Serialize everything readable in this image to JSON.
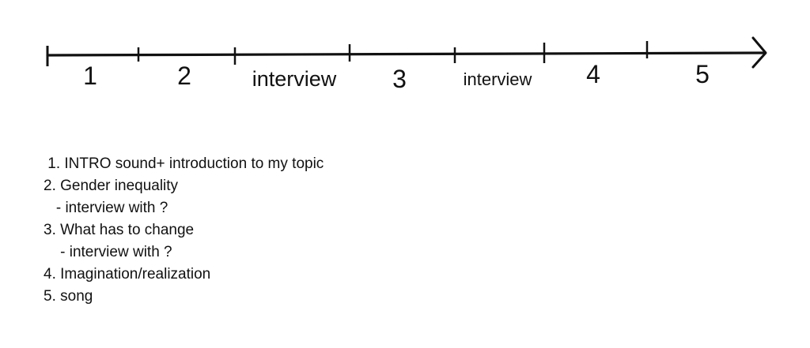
{
  "timeline": {
    "segments": [
      {
        "label": "1"
      },
      {
        "label": "2"
      },
      {
        "label": "interview"
      },
      {
        "label": "3"
      },
      {
        "label": "interview"
      },
      {
        "label": "4"
      },
      {
        "label": "5"
      }
    ]
  },
  "notes": {
    "items": [
      " 1. INTRO sound+ introduction to my topic",
      "2. Gender inequality",
      "   - interview with ?",
      "3. What has to change",
      "    - interview with ?",
      "4. Imagination/realization",
      "5. song"
    ]
  }
}
